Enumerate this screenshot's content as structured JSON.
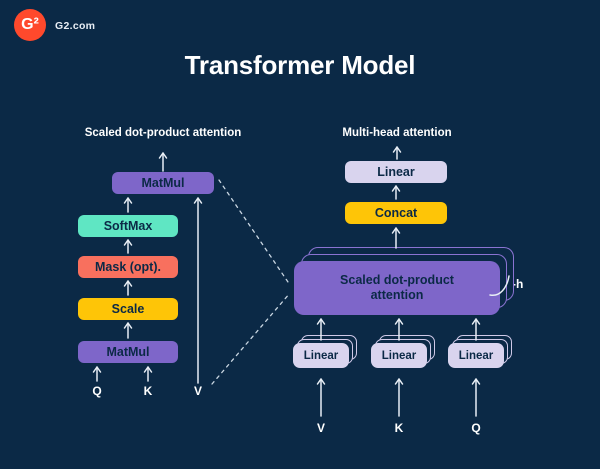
{
  "brand": {
    "logo_glyph": "G²",
    "name": "G2.com"
  },
  "title": "Transformer Model",
  "colors": {
    "background": "#0b2946",
    "brand_red": "#ff492c",
    "purple": "#7e66c9",
    "teal": "#5fe6c3",
    "salmon": "#f8705e",
    "yellow": "#fec507",
    "lavender": "#d9d4ee",
    "arrow": "#e8eef5"
  },
  "left_diagram": {
    "heading": "Scaled dot-product attention",
    "nodes": {
      "matmul_top": "MatMul",
      "softmax": "SoftMax",
      "mask": "Mask (opt).",
      "scale": "Scale",
      "matmul_bottom": "MatMul"
    },
    "inputs": {
      "q": "Q",
      "k": "K",
      "v": "V"
    }
  },
  "right_diagram": {
    "heading": "Multi-head attention",
    "nodes": {
      "linear_out": "Linear",
      "concat": "Concat",
      "attention": "Scaled dot-product attention",
      "linear_v": "Linear",
      "linear_k": "Linear",
      "linear_q": "Linear"
    },
    "heads_label": "-h",
    "inputs": {
      "v": "V",
      "k": "K",
      "q": "Q"
    }
  }
}
